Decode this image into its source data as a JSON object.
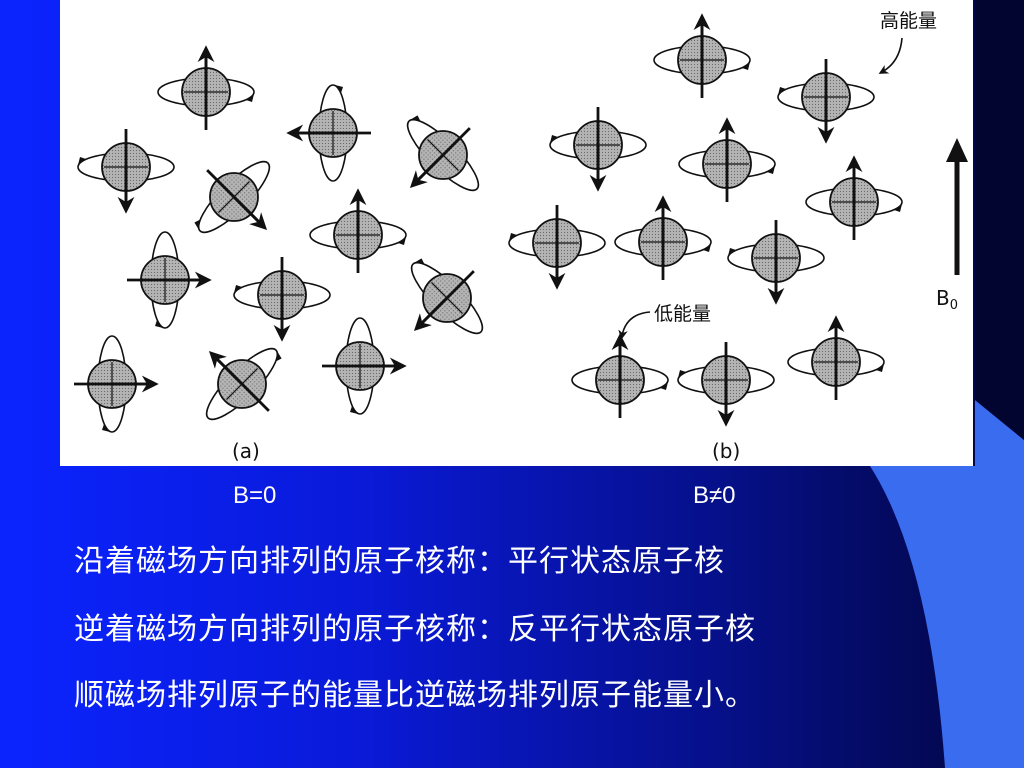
{
  "figure": {
    "label_a": "(a)",
    "label_b": "(b)",
    "high_energy": "高能量",
    "low_energy": "低能量",
    "field_label": "B",
    "field_subscript": "0"
  },
  "captions": {
    "left": "B=0",
    "right": "B≠0"
  },
  "body": {
    "line1": "沿着磁场方向排列的原子核称：平行状态原子核",
    "line2": "逆着磁场方向排列的原子核称：反平行状态原子核",
    "line3": "顺磁场排列原子的能量比逆磁场排列原子能量小。"
  },
  "colors": {
    "background_blue": "#0b24ff",
    "accent_light_blue": "#3a6cf0",
    "panel_white": "#ffffff",
    "nucleus_gray": "#a9a9a9"
  }
}
